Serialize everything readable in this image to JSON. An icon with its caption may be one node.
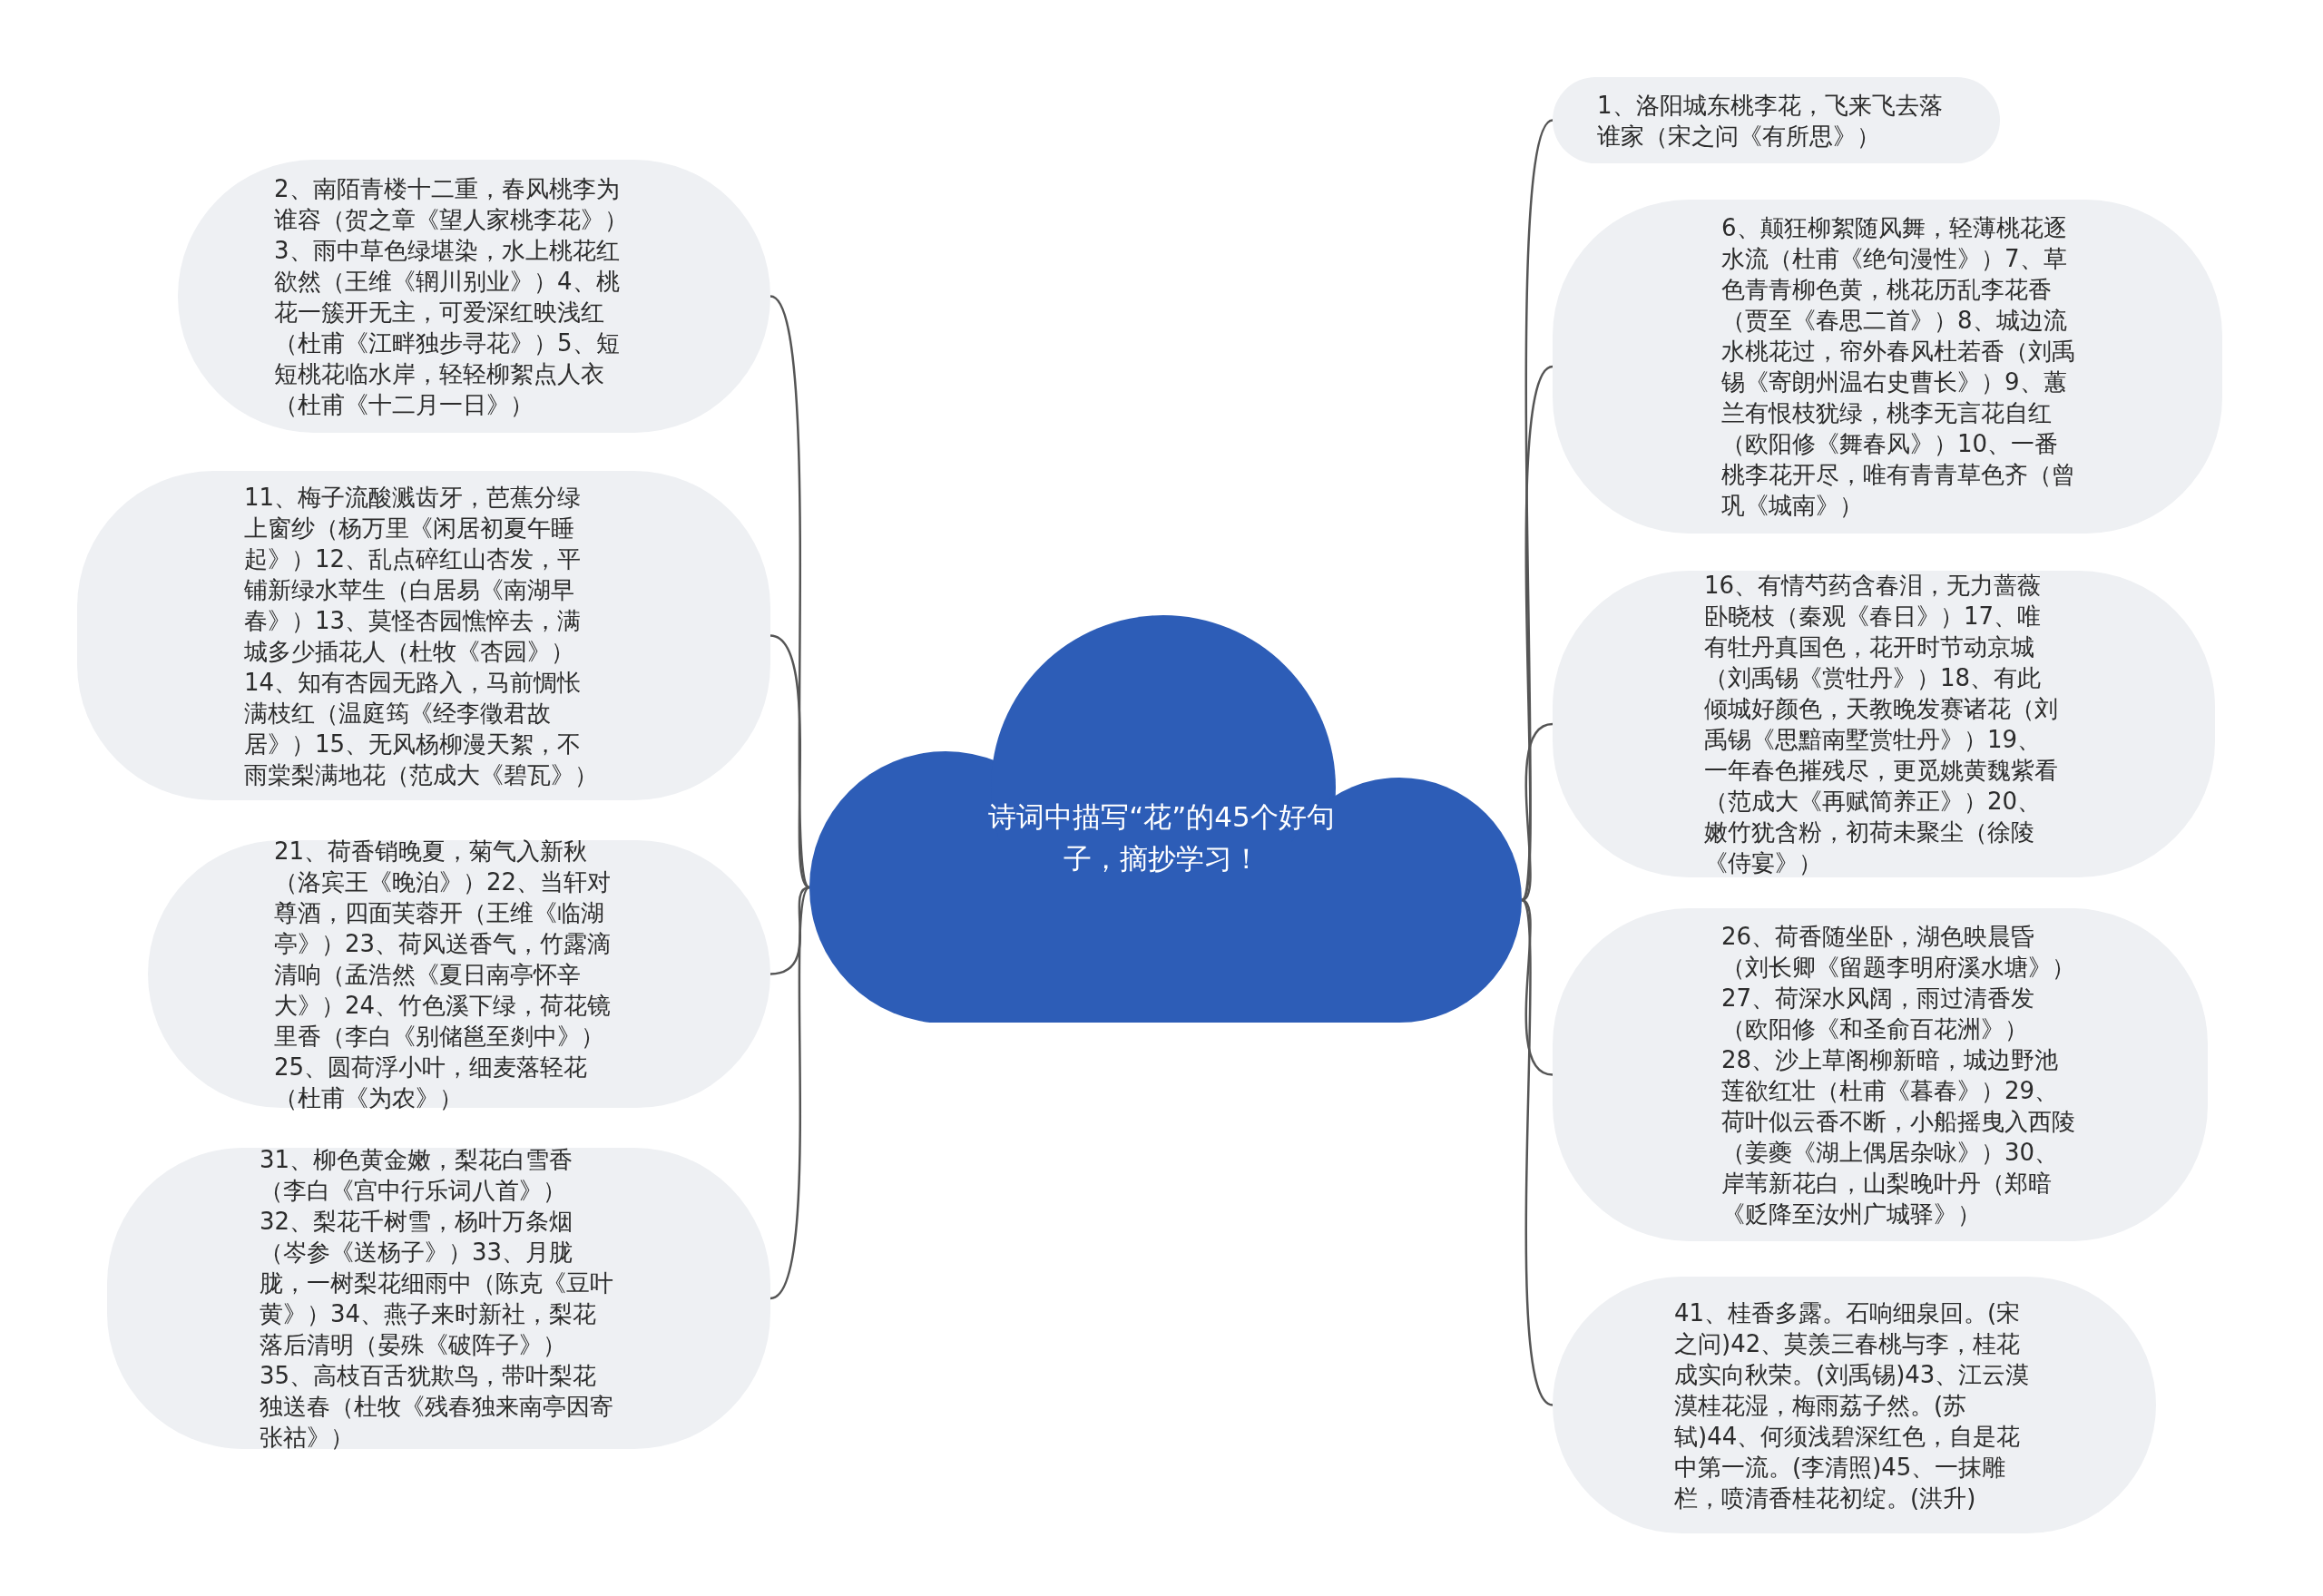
{
  "diagram": {
    "nodes": [
      {
        "text": [
          "诗词中描写“花”的45个好句子，摘抄学习！"
        ]
      },
      {
        "text": [
          "1、洛阳城东桃李花，飞来飞去落谁家（宋之问《有所思》）"
        ]
      },
      {
        "text": [
          "2、南陌青楼十二重，春风桃李为谁容（贺之章《望人家桃李花》）3、雨中草色绿堪染，水上桃花红欲然（王维《辋川别业》）4、桃花一簇开无主，可爱深红映浅红（杜甫《江畔独步寻花》）5、短短桃花临水岸，轻轻柳絮点人衣（杜甫《十二月一日》）"
        ]
      },
      {
        "text": [
          "6、颠狂柳絮随风舞，轻薄桃花逐水流（杜甫《绝句漫性》）7、草色青青柳色黄，桃花历乱李花香（贾至《春思二首》）8、城边流水桃花过，帘外春风杜若香（刘禹锡《寄朗州温右史曹长》）9、蕙兰有恨枝犹绿，桃李无言花自红（欧阳修《舞春风》）10、一番桃李花开尽，唯有青青草色齐（曾巩《城南》）"
        ]
      },
      {
        "text": [
          "11、梅子流酸溅齿牙，芭蕉分绿上窗纱（杨万里《闲居初夏午睡起》）12、乱点碎红山杏发，平铺新绿水苹生（白居易《南湖早春》）13、莫怪杏园憔悴去，满城多少插花人（杜牧《杏园》）14、知有杏园无路入，马前惆怅满枝红（温庭筠《经李徵君故居》）15、无风杨柳漫天絮，不雨棠梨满地花（范成大《碧瓦》）"
        ]
      },
      {
        "text": [
          "16、有情芍药含春泪，无力蔷薇卧晓枝（秦观《春日》）17、唯有牡丹真国色，花开时节动京城（刘禹锡《赏牡丹》）18、有此倾城好颜色，天教晚发赛诸花（刘禹锡《思黯南墅赏牡丹》）19、一年春色摧残尽，更觅姚黄魏紫看（范成大《再赋简养正》）20、嫩竹犹含粉，初荷未聚尘（徐陵《侍宴》）"
        ]
      },
      {
        "text": [
          "21、荷香销晚夏，菊气入新秋（洛宾王《晚泊》）22、当轩对尊酒，四面芙蓉开（王维《临湖亭》）23、荷风送香气，竹露滴清响（孟浩然《夏日南亭怀辛大》）24、竹色溪下绿，荷花镜里香（李白《别储邕至剡中》）25、圆荷浮小叶，细麦落轻花（杜甫《为农》）"
        ]
      },
      {
        "text": [
          "26、荷香随坐卧，湖色映晨昏（刘长卿《留题李明府溪水塘》）27、荷深水风阔，雨过清香发（欧阳修《和圣俞百花洲》）28、沙上草阁柳新暗，城边野池莲欲红壮（杜甫《暮春》）29、荷叶似云香不断，小船摇曳入西陵（姜夔《湖上偶居杂咏》）30、岸苇新花白，山梨晚叶丹（郑暗《贬降至汝州广城驿》）"
        ]
      },
      {
        "text": [
          "31、柳色黄金嫩，梨花白雪香（李白《宫中行乐词八首》）32、梨花千树雪，杨叶万条烟（岑参《送杨子》）33、月胧胧，一树梨花细雨中（陈克《豆叶黄》）34、燕子来时新社，梨花落后清明（晏殊《破阵子》）35、高枝百舌犹欺鸟，带叶梨花独送春（杜牧《残春独来南亭因寄张祜》）"
        ]
      },
      {
        "text": [
          "41、桂香多露。石响细泉回。(宋之问)42、莫羡三春桃与李，桂花成实向秋荣。(刘禹锡)43、江云漠漠桂花湿，梅雨荔子然。(苏轼)44、何须浅碧深红色，自是花中第一流。(李清照)45、一抹雕栏，喷清香桂花初绽。(洪升)"
        ]
      }
    ],
    "edges": [
      {
        "from": 0,
        "to": 1,
        "arrow": "none"
      },
      {
        "from": 0,
        "to": 2,
        "arrow": "none"
      },
      {
        "from": 0,
        "to": 3,
        "arrow": "none"
      },
      {
        "from": 0,
        "to": 4,
        "arrow": "none"
      },
      {
        "from": 0,
        "to": 5,
        "arrow": "none"
      },
      {
        "from": 0,
        "to": 6,
        "arrow": "none"
      },
      {
        "from": 0,
        "to": 7,
        "arrow": "none"
      },
      {
        "from": 0,
        "to": 8,
        "arrow": "none"
      },
      {
        "from": 0,
        "to": 9,
        "arrow": "none"
      }
    ]
  }
}
